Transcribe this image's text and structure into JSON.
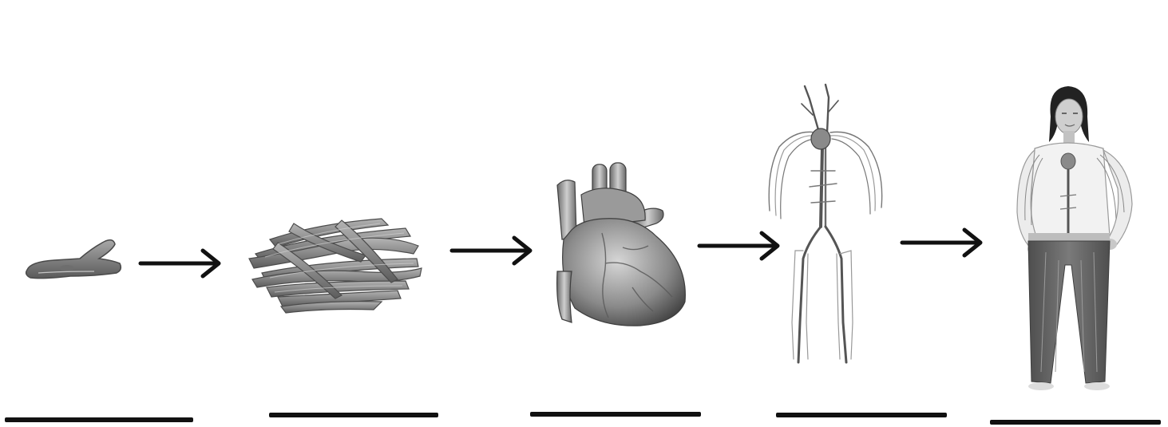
{
  "diagram": {
    "stages": [
      {
        "id": "cell",
        "icon": "muscle-cell-icon"
      },
      {
        "id": "tissue",
        "icon": "muscle-tissue-icon"
      },
      {
        "id": "organ",
        "icon": "heart-icon"
      },
      {
        "id": "organ-system",
        "icon": "circulatory-system-icon"
      },
      {
        "id": "organism",
        "icon": "human-figure-icon"
      }
    ],
    "answer_blanks": [
      "",
      "",
      "",
      "",
      ""
    ],
    "colors": {
      "line": "#111111",
      "tissue": "#8a8a8a",
      "shadow": "#5e5e5e",
      "vessel": "#6f6f6f"
    }
  }
}
